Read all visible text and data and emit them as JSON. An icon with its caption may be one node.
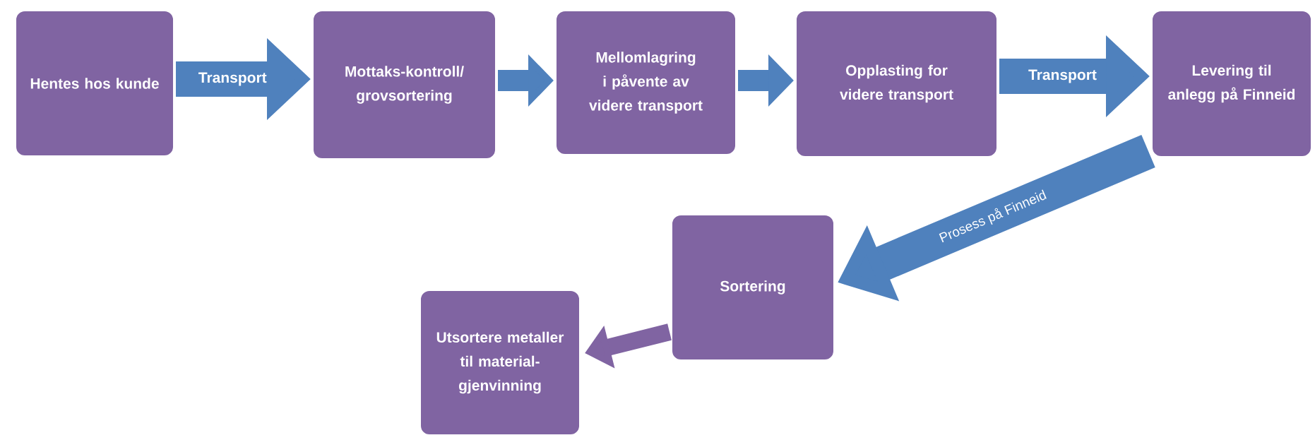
{
  "diagram": {
    "nodes": [
      {
        "text": [
          "Hentes hos kunde"
        ]
      },
      {
        "text": [
          "Mottaks-kontroll/ grovsortering"
        ]
      },
      {
        "text": [
          "Mellomlagring i påvente av videre transport"
        ]
      },
      {
        "text": [
          "Opplasting for videre transport"
        ]
      },
      {
        "text": [
          "Levering til anlegg på Finneid"
        ]
      },
      {
        "text": [
          "Sortering"
        ]
      },
      {
        "text": [
          "Utsortere metaller til material-gjenvinning"
        ]
      }
    ],
    "edges": [
      {
        "from": 0,
        "to": 1,
        "arrow": "to",
        "label": "Transport"
      },
      {
        "from": 1,
        "to": 2,
        "arrow": "to"
      },
      {
        "from": 2,
        "to": 3,
        "arrow": "to"
      },
      {
        "from": 3,
        "to": 4,
        "arrow": "to",
        "label": "Transport"
      },
      {
        "from": 4,
        "to": 5,
        "arrow": "to",
        "label": "Prosess på Finneid"
      },
      {
        "from": 5,
        "to": 6,
        "arrow": "to",
        "color": "#8064a2"
      }
    ]
  }
}
